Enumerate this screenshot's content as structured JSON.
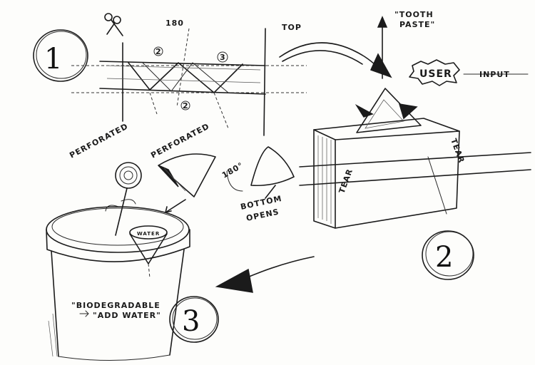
{
  "steps": {
    "one": "1",
    "two": "2",
    "three": "3"
  },
  "strip": {
    "label_top": "TOP",
    "label_mid": "180",
    "fold_two_top": "2",
    "fold_two_bottom": "2",
    "fold_three": "3"
  },
  "labels": {
    "perforated_1": "PERFORATED",
    "perforated_2": "PERFORATED",
    "angle": "180°",
    "bottom_opens_1": "BOTTOM",
    "bottom_opens_2": "OPENS",
    "toothpaste_1": "\"TOOTH",
    "toothpaste_2": "PASTE\"",
    "user": "USER",
    "input": "INPUT",
    "tear_1": "TEAR",
    "tear_2": "TEAR",
    "water": "WATER",
    "biodegradable": "\"BIODEGRADABLE",
    "add_water": "\"ADD WATER\""
  },
  "icons": [
    "scissors-icon"
  ]
}
